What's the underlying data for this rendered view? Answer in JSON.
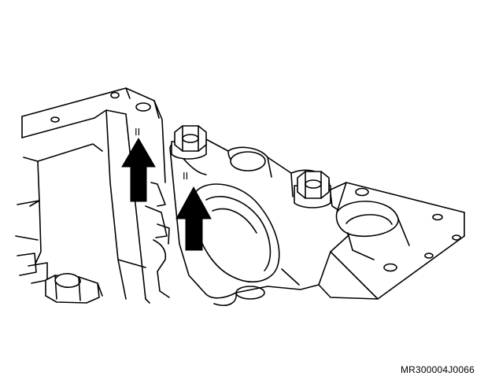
{
  "figure": {
    "code": "MR300004J0066"
  },
  "annotations": {
    "index_marks": [
      "II",
      "II"
    ]
  },
  "icons": {
    "arrow_left": "up-arrow-icon",
    "arrow_right": "up-arrow-icon"
  }
}
